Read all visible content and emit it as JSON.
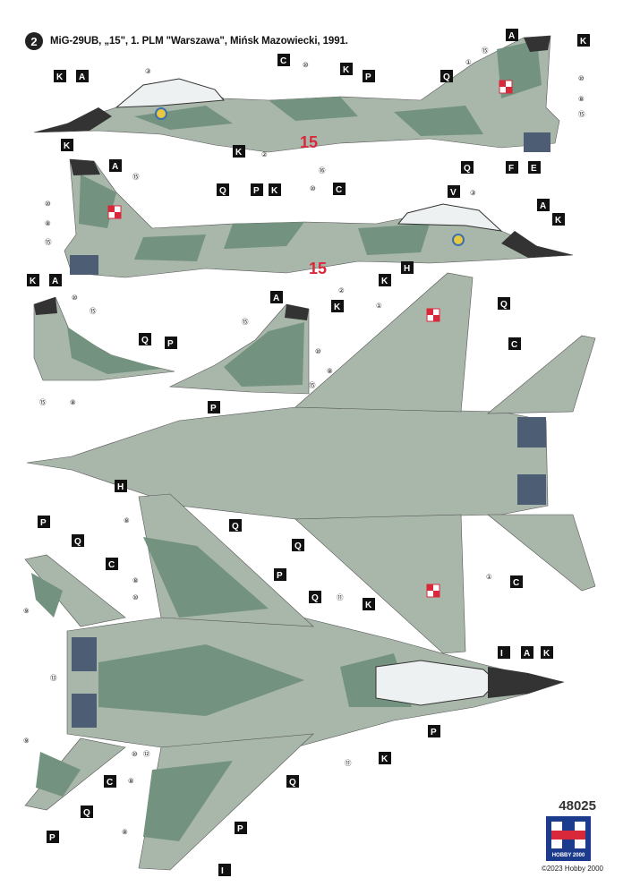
{
  "header": {
    "badge": "2",
    "title": "MiG-29UB, „15\", 1. PLM \"Warszawa\", Mińsk Mazowiecki, 1991."
  },
  "colors": {
    "light_camo": "#a9b7ab",
    "dark_camo": "#73927f",
    "nose_black": "#333333",
    "engine_blue": "#4d5d74",
    "callout_box": "#111111",
    "tactical_number": "#d8283a"
  },
  "side_top": {
    "tactical_number": "15",
    "labels": [
      "K",
      "A",
      "C",
      "K",
      "P",
      "Q",
      "A",
      "K",
      "K",
      "Q",
      "F",
      "E"
    ],
    "markers": [
      "③",
      "⑩",
      "②",
      "⑯",
      "⑮",
      "①",
      "⑩",
      "⑧",
      "⑮"
    ]
  },
  "side_bottom": {
    "tactical_number": "15",
    "labels": [
      "K",
      "A",
      "Q",
      "P",
      "K",
      "C",
      "V",
      "A",
      "K",
      "K"
    ],
    "markers": [
      "⑮",
      "⑩",
      "⑧",
      "⑮",
      "⑩",
      "③",
      "②"
    ]
  },
  "fins": {
    "labels": [
      "K",
      "A",
      "Q",
      "P",
      "A",
      "K",
      "P"
    ],
    "markers": [
      "⑩",
      "⑮",
      "⑧",
      "⑮",
      "⑧",
      "⑮",
      "⑩",
      "⑧",
      "⑮"
    ]
  },
  "underside": {
    "labels": [
      "H",
      "Q",
      "C",
      "C",
      "I",
      "A",
      "K"
    ],
    "markers": [
      "①",
      "①"
    ]
  },
  "topside": {
    "labels": [
      "H",
      "P",
      "Q",
      "C",
      "Q",
      "P",
      "Q",
      "K",
      "P",
      "K",
      "C",
      "Q",
      "P",
      "Q",
      "P",
      "I"
    ],
    "markers": [
      "⑧",
      "⑧",
      "⑨",
      "⑩",
      "⑪",
      "⑬",
      "⑩",
      "⑫",
      "⑧",
      "⑨",
      "⑪",
      "⑧"
    ]
  },
  "footer": {
    "kit_number": "48025",
    "logo_text": "HOBBY 2000",
    "copyright": "©2023 Hobby 2000"
  }
}
